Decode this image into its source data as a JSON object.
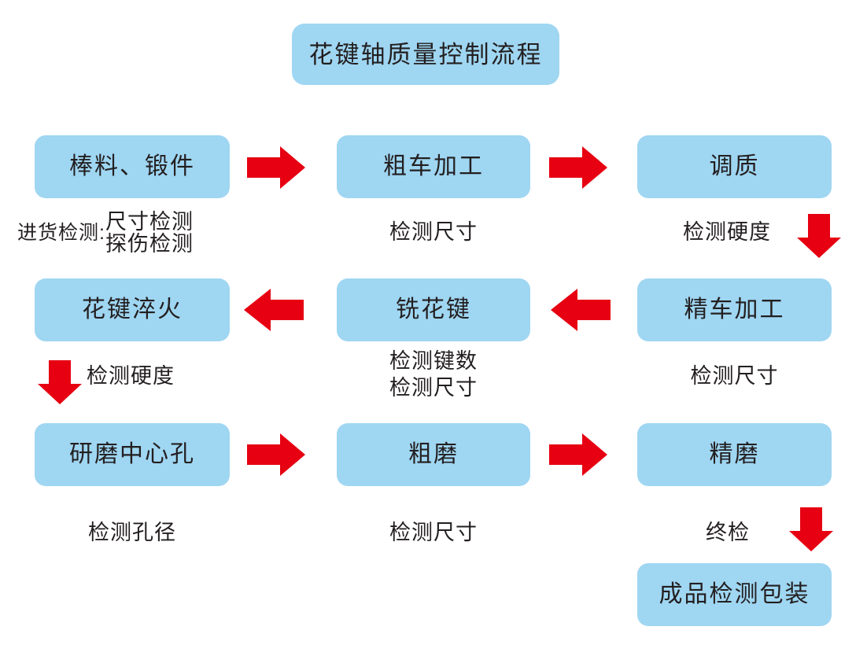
{
  "title": {
    "label": "花键轴质量控制流程"
  },
  "colors": {
    "box_fill": "#9FD6F2",
    "arrow_red": "#E60012",
    "text": "#231F20",
    "background": "#FFFFFF"
  },
  "steps": [
    {
      "id": "bar-forging",
      "label": "棒料、锻件",
      "caption_prefix": "进货检测:",
      "caption_lines": [
        "尺寸检测",
        "探伤检测"
      ]
    },
    {
      "id": "rough-turning",
      "label": "粗车加工",
      "caption_lines": [
        "检测尺寸"
      ]
    },
    {
      "id": "quenching-tempering",
      "label": "调质",
      "caption_lines": [
        "检测硬度"
      ]
    },
    {
      "id": "spline-quenching",
      "label": "花键淬火",
      "caption_lines": [
        "检测硬度"
      ]
    },
    {
      "id": "spline-milling",
      "label": "铣花键",
      "caption_lines": [
        "检测键数",
        "检测尺寸"
      ]
    },
    {
      "id": "finish-turning",
      "label": "精车加工",
      "caption_lines": [
        "检测尺寸"
      ]
    },
    {
      "id": "grind-center-hole",
      "label": "研磨中心孔",
      "caption_lines": [
        "检测孔径"
      ]
    },
    {
      "id": "rough-grinding",
      "label": "粗磨",
      "caption_lines": [
        "检测尺寸"
      ]
    },
    {
      "id": "fine-grinding",
      "label": "精磨",
      "caption_lines": [
        "终检"
      ]
    },
    {
      "id": "final-inspection-packaging",
      "label": "成品检测包装",
      "caption_lines": []
    }
  ],
  "arrows": [
    {
      "id": "arrow-1",
      "direction": "right",
      "from": "棒料、锻件",
      "to": "粗车加工"
    },
    {
      "id": "arrow-2",
      "direction": "right",
      "from": "粗车加工",
      "to": "调质"
    },
    {
      "id": "arrow-3",
      "direction": "down",
      "from": "调质",
      "to": "精车加工"
    },
    {
      "id": "arrow-4",
      "direction": "left",
      "from": "精车加工",
      "to": "铣花键"
    },
    {
      "id": "arrow-5",
      "direction": "left",
      "from": "铣花键",
      "to": "花键淬火"
    },
    {
      "id": "arrow-6",
      "direction": "down",
      "from": "花键淬火",
      "to": "研磨中心孔"
    },
    {
      "id": "arrow-7",
      "direction": "right",
      "from": "研磨中心孔",
      "to": "粗磨"
    },
    {
      "id": "arrow-8",
      "direction": "right",
      "from": "粗磨",
      "to": "精磨"
    },
    {
      "id": "arrow-9",
      "direction": "down",
      "from": "精磨",
      "to": "成品检测包装"
    }
  ]
}
